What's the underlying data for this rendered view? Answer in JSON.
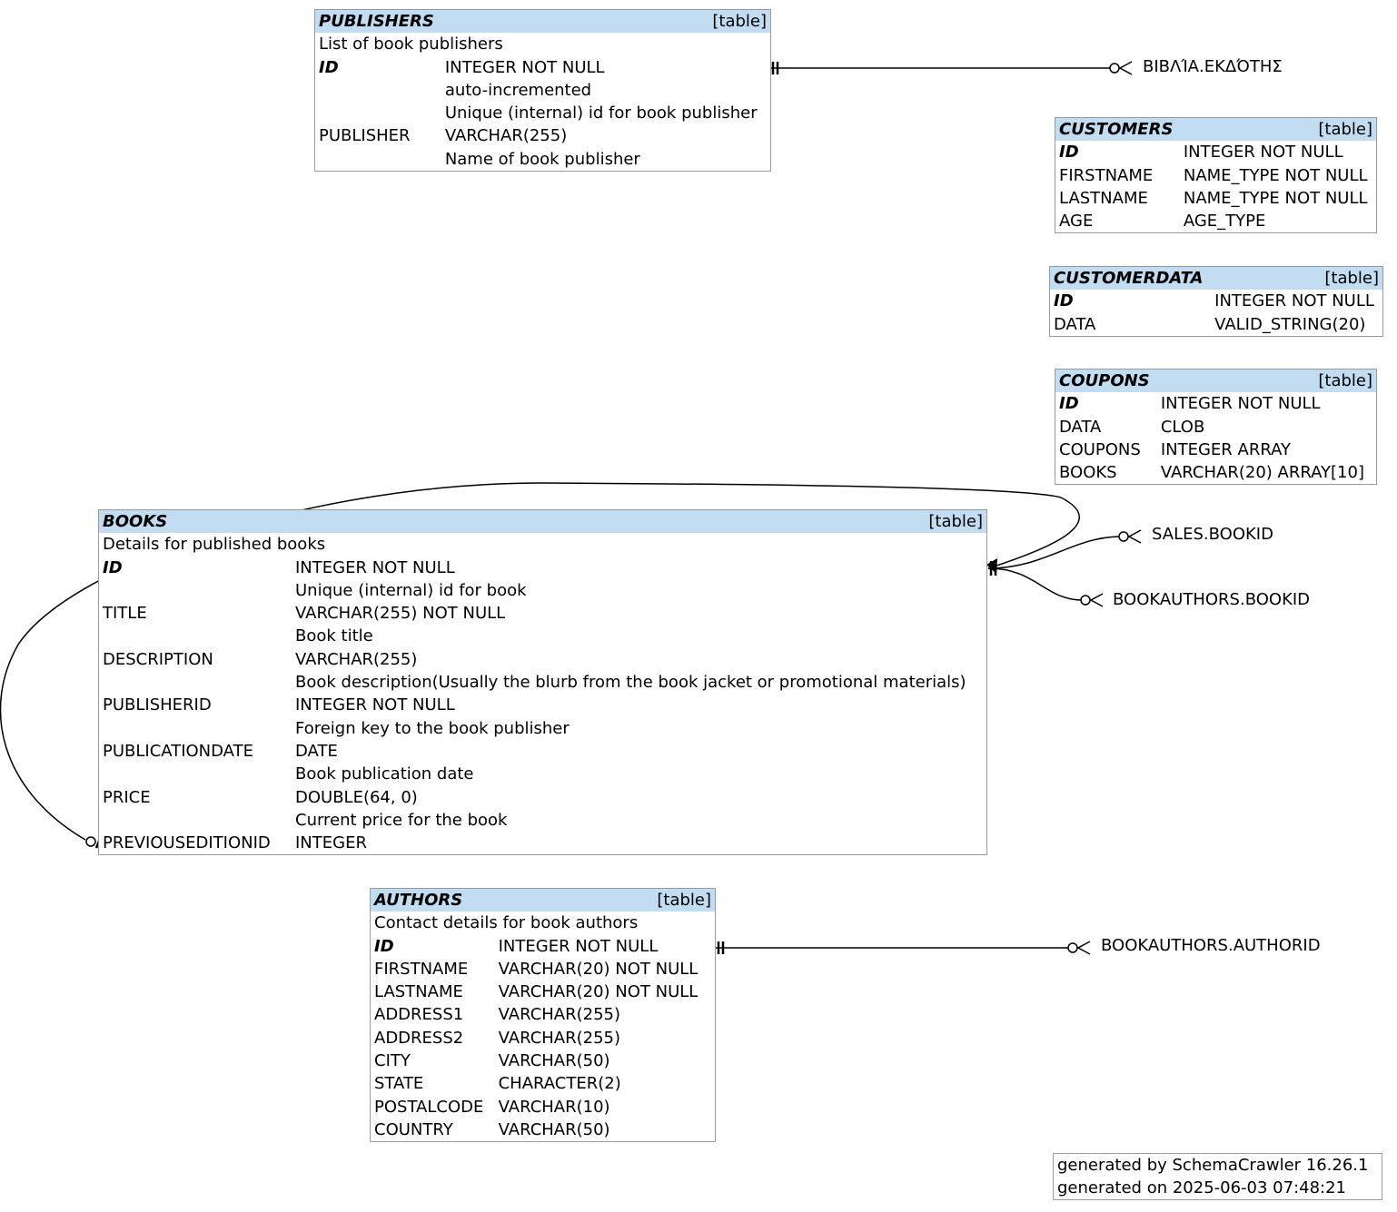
{
  "tables": {
    "publishers": {
      "name": "PUBLISHERS",
      "kind": "[table]",
      "remarks": "List of book publishers",
      "columns": [
        {
          "name": "ID",
          "type": "INTEGER NOT NULL",
          "pk": true
        },
        {
          "name": "",
          "type": "auto-incremented"
        },
        {
          "name": "",
          "type": "Unique (internal) id for book publisher"
        },
        {
          "name": "PUBLISHER",
          "type": "VARCHAR(255)"
        },
        {
          "name": "",
          "type": "Name of book publisher"
        }
      ]
    },
    "customers": {
      "name": "CUSTOMERS",
      "kind": "[table]",
      "columns": [
        {
          "name": "ID",
          "type": "INTEGER NOT NULL",
          "pk": true
        },
        {
          "name": "FIRSTNAME",
          "type": "NAME_TYPE NOT NULL"
        },
        {
          "name": "LASTNAME",
          "type": "NAME_TYPE NOT NULL"
        },
        {
          "name": "AGE",
          "type": "AGE_TYPE"
        }
      ]
    },
    "customerdata": {
      "name": "CUSTOMERDATA",
      "kind": "[table]",
      "columns": [
        {
          "name": "ID",
          "type": "INTEGER NOT NULL",
          "pk": true
        },
        {
          "name": "DATA",
          "type": "VALID_STRING(20)"
        }
      ]
    },
    "coupons": {
      "name": "COUPONS",
      "kind": "[table]",
      "columns": [
        {
          "name": "ID",
          "type": "INTEGER NOT NULL",
          "pk": true
        },
        {
          "name": "DATA",
          "type": "CLOB"
        },
        {
          "name": "COUPONS",
          "type": "INTEGER ARRAY"
        },
        {
          "name": "BOOKS",
          "type": "VARCHAR(20) ARRAY[10]"
        }
      ]
    },
    "books": {
      "name": "BOOKS",
      "kind": "[table]",
      "remarks": "Details for published books",
      "columns": [
        {
          "name": "ID",
          "type": "INTEGER NOT NULL",
          "pk": true
        },
        {
          "name": "",
          "type": "Unique (internal) id for book"
        },
        {
          "name": "TITLE",
          "type": "VARCHAR(255) NOT NULL"
        },
        {
          "name": "",
          "type": "Book title"
        },
        {
          "name": "DESCRIPTION",
          "type": "VARCHAR(255)"
        },
        {
          "name": "",
          "type": "Book description(Usually the blurb from the book jacket or promotional materials)"
        },
        {
          "name": "PUBLISHERID",
          "type": "INTEGER NOT NULL"
        },
        {
          "name": "",
          "type": "Foreign key to the book publisher"
        },
        {
          "name": "PUBLICATIONDATE",
          "type": "DATE"
        },
        {
          "name": "",
          "type": "Book publication date"
        },
        {
          "name": "PRICE",
          "type": "DOUBLE(64, 0)"
        },
        {
          "name": "",
          "type": "Current price for the book"
        },
        {
          "name": "PREVIOUSEDITIONID",
          "type": "INTEGER"
        }
      ]
    },
    "authors": {
      "name": "AUTHORS",
      "kind": "[table]",
      "remarks": "Contact details for book authors",
      "columns": [
        {
          "name": "ID",
          "type": "INTEGER NOT NULL",
          "pk": true
        },
        {
          "name": "FIRSTNAME",
          "type": "VARCHAR(20) NOT NULL"
        },
        {
          "name": "LASTNAME",
          "type": "VARCHAR(20) NOT NULL"
        },
        {
          "name": "ADDRESS1",
          "type": "VARCHAR(255)"
        },
        {
          "name": "ADDRESS2",
          "type": "VARCHAR(255)"
        },
        {
          "name": "CITY",
          "type": "VARCHAR(50)"
        },
        {
          "name": "STATE",
          "type": "CHARACTER(2)"
        },
        {
          "name": "POSTALCODE",
          "type": "VARCHAR(10)"
        },
        {
          "name": "COUNTRY",
          "type": "VARCHAR(50)"
        }
      ]
    }
  },
  "edge_labels": {
    "publisher_ref": "ΒΙΒΛΊΑ.ΕΚΔΌΤΗΣ",
    "sales_bookid": "SALES.BOOKID",
    "bookauthors_bookid": "BOOKAUTHORS.BOOKID",
    "bookauthors_authorid": "BOOKAUTHORS.AUTHORID"
  },
  "footer": {
    "generated_by": "generated by SchemaCrawler 16.26.1",
    "generated_on": "generated on 2025-06-03 07:48:21"
  }
}
